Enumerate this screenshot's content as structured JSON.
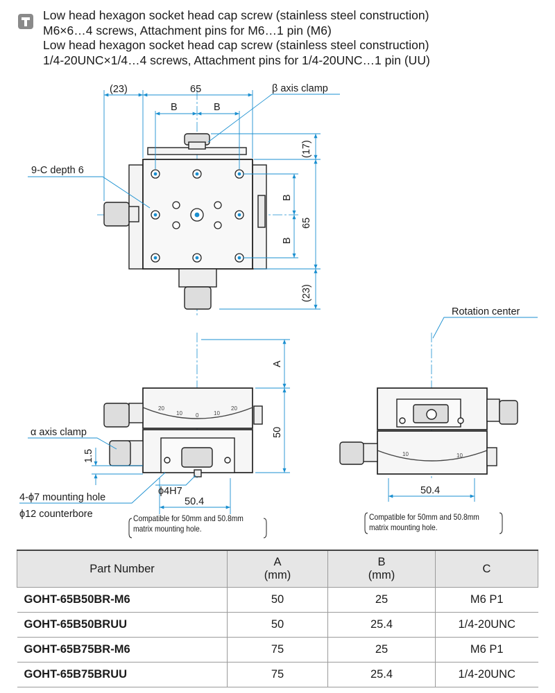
{
  "note": {
    "icon": "screw-icon",
    "lines": [
      "Low head hexagon socket head cap screw (stainless steel construction)",
      "M6×6…4 screws, Attachment pins for M6…1 pin (M6)",
      "Low head hexagon socket head cap screw (stainless steel construction)",
      "1/4-20UNC×1/4…4 screws, Attachment pins for 1/4-20UNC…1 pin (UU)"
    ]
  },
  "labels": {
    "dim_23_top": "(23)",
    "dim_65_top": "65",
    "dim_b1": "B",
    "dim_b2": "B",
    "beta_clamp": "β axis clamp",
    "dim_17": "(17)",
    "holes": "9-C depth 6",
    "dim_b_right1": "B",
    "dim_b_right2": "B",
    "dim_65_right": "65",
    "dim_23_right": "(23)",
    "rotation_center": "Rotation center",
    "dim_a": "A",
    "alpha_clamp": "α axis clamp",
    "dim_50": "50",
    "dim_1_5": "1.5",
    "pin": "ϕ4H7",
    "mount_hole": "4-ϕ7 mounting hole",
    "counterbore": "ϕ12 counterbore",
    "dim_504_left": "50.4",
    "dim_504_right": "50.4",
    "compat_left": [
      "Compatible for 50mm and 50.8mm",
      "matrix mounting hole."
    ],
    "compat_right": [
      "Compatible for 50mm and 50.8mm",
      "matrix mounting hole."
    ],
    "scale_left": [
      "20",
      "10",
      "0",
      "10",
      "20"
    ],
    "scale_right": [
      "10",
      "10"
    ]
  },
  "table": {
    "headers": [
      {
        "line1": "Part Number",
        "line2": ""
      },
      {
        "line1": "A",
        "line2": "(mm)"
      },
      {
        "line1": "B",
        "line2": "(mm)"
      },
      {
        "line1": "C",
        "line2": ""
      }
    ],
    "rows": [
      [
        "GOHT-65B50BR-M6",
        "50",
        "25",
        "M6 P1"
      ],
      [
        "GOHT-65B50BRUU",
        "50",
        "25.4",
        "1/4-20UNC"
      ],
      [
        "GOHT-65B75BR-M6",
        "75",
        "25",
        "M6 P1"
      ],
      [
        "GOHT-65B75BRUU",
        "75",
        "25.4",
        "1/4-20UNC"
      ]
    ]
  }
}
